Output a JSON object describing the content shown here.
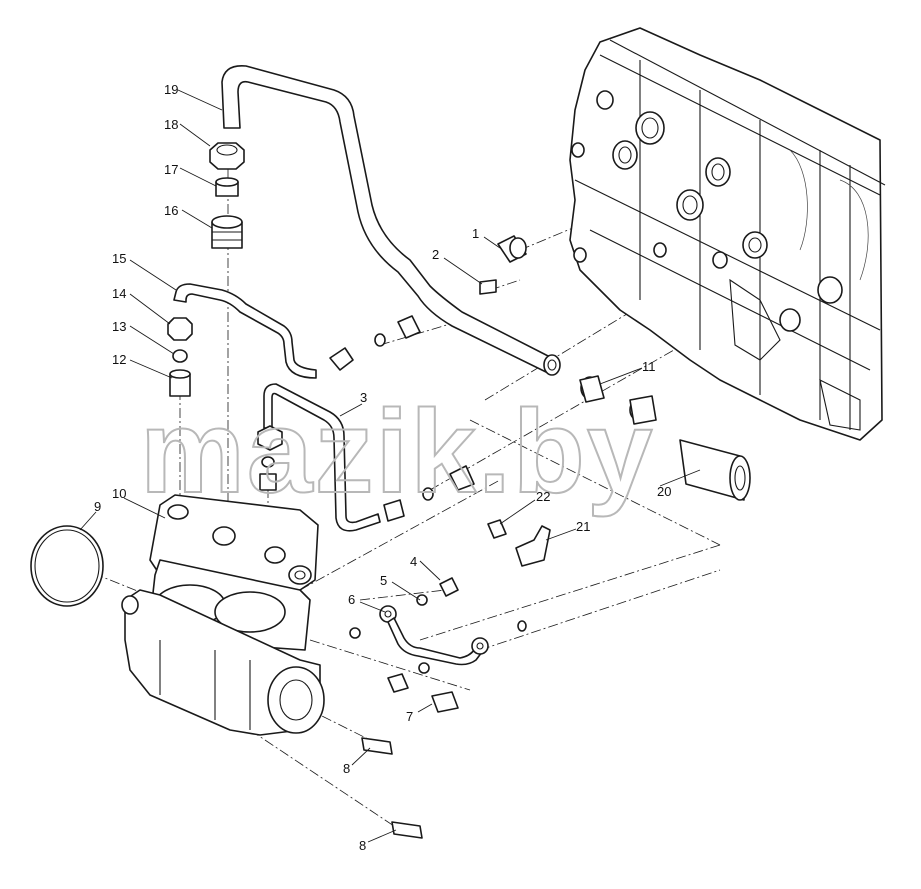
{
  "watermark": "mazik.by",
  "callouts": [
    {
      "id": "c1",
      "label": "1"
    },
    {
      "id": "c2",
      "label": "2"
    },
    {
      "id": "c3",
      "label": "3"
    },
    {
      "id": "c4",
      "label": "4"
    },
    {
      "id": "c5",
      "label": "5"
    },
    {
      "id": "c6",
      "label": "6"
    },
    {
      "id": "c7",
      "label": "7"
    },
    {
      "id": "c8a",
      "label": "8"
    },
    {
      "id": "c8b",
      "label": "8"
    },
    {
      "id": "c9",
      "label": "9"
    },
    {
      "id": "c10",
      "label": "10"
    },
    {
      "id": "c11",
      "label": "11"
    },
    {
      "id": "c12",
      "label": "12"
    },
    {
      "id": "c13",
      "label": "13"
    },
    {
      "id": "c14",
      "label": "14"
    },
    {
      "id": "c15",
      "label": "15"
    },
    {
      "id": "c16",
      "label": "16"
    },
    {
      "id": "c17",
      "label": "17"
    },
    {
      "id": "c18",
      "label": "18"
    },
    {
      "id": "c19",
      "label": "19"
    },
    {
      "id": "c20",
      "label": "20"
    },
    {
      "id": "c21",
      "label": "21"
    },
    {
      "id": "c22",
      "label": "22"
    }
  ]
}
